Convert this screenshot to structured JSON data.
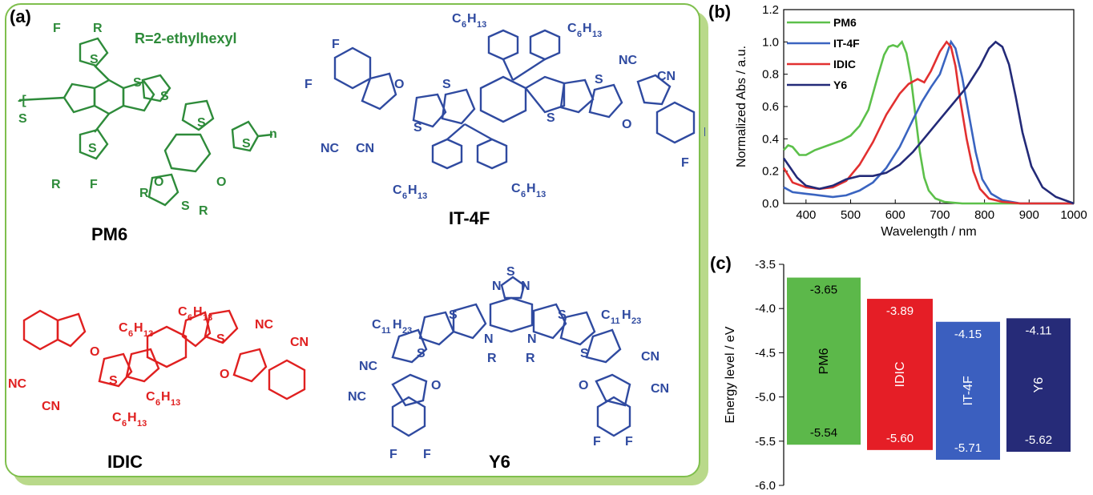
{
  "panel_a": {
    "label": "(a)",
    "r_note": "R=2-ethylhexyl",
    "molecules": [
      "PM6",
      "IT-4F",
      "IDIC",
      "Y6"
    ]
  },
  "panel_b": {
    "label": "(b)"
  },
  "panel_c": {
    "label": "(c)"
  },
  "chart_data": [
    {
      "type": "line",
      "xlabel": "Wavelength / nm",
      "ylabel": "Normalized Abs / a.u.",
      "xlim": [
        350,
        1000
      ],
      "ylim": [
        0.0,
        1.2
      ],
      "xticks": [
        "400",
        "500",
        "600",
        "700",
        "800",
        "900",
        "1000"
      ],
      "yticks": [
        "0.0",
        "0.2",
        "0.4",
        "0.6",
        "0.8",
        "1.0",
        "1.2"
      ],
      "legend_position": "top-left",
      "series": [
        {
          "name": "PM6",
          "color": "#5cc04a",
          "points": [
            [
              350,
              0.33
            ],
            [
              360,
              0.36
            ],
            [
              370,
              0.35
            ],
            [
              385,
              0.3
            ],
            [
              400,
              0.3
            ],
            [
              420,
              0.33
            ],
            [
              450,
              0.36
            ],
            [
              480,
              0.39
            ],
            [
              500,
              0.42
            ],
            [
              520,
              0.48
            ],
            [
              540,
              0.58
            ],
            [
              560,
              0.78
            ],
            [
              575,
              0.92
            ],
            [
              585,
              0.97
            ],
            [
              595,
              0.98
            ],
            [
              605,
              0.97
            ],
            [
              615,
              1.0
            ],
            [
              625,
              0.93
            ],
            [
              635,
              0.78
            ],
            [
              645,
              0.55
            ],
            [
              655,
              0.32
            ],
            [
              665,
              0.16
            ],
            [
              675,
              0.08
            ],
            [
              690,
              0.03
            ],
            [
              710,
              0.01
            ],
            [
              750,
              0.0
            ],
            [
              1000,
              0.0
            ]
          ]
        },
        {
          "name": "IT-4F",
          "color": "#3a64c0",
          "points": [
            [
              350,
              0.1
            ],
            [
              370,
              0.07
            ],
            [
              400,
              0.06
            ],
            [
              430,
              0.05
            ],
            [
              460,
              0.04
            ],
            [
              490,
              0.05
            ],
            [
              520,
              0.08
            ],
            [
              550,
              0.13
            ],
            [
              580,
              0.22
            ],
            [
              610,
              0.35
            ],
            [
              640,
              0.52
            ],
            [
              660,
              0.63
            ],
            [
              680,
              0.72
            ],
            [
              700,
              0.8
            ],
            [
              715,
              0.92
            ],
            [
              725,
              1.0
            ],
            [
              735,
              0.96
            ],
            [
              750,
              0.78
            ],
            [
              765,
              0.55
            ],
            [
              780,
              0.32
            ],
            [
              795,
              0.15
            ],
            [
              815,
              0.06
            ],
            [
              840,
              0.02
            ],
            [
              880,
              0.0
            ],
            [
              1000,
              0.0
            ]
          ]
        },
        {
          "name": "IDIC",
          "color": "#e23030",
          "points": [
            [
              350,
              0.22
            ],
            [
              370,
              0.13
            ],
            [
              400,
              0.1
            ],
            [
              430,
              0.09
            ],
            [
              460,
              0.1
            ],
            [
              490,
              0.14
            ],
            [
              520,
              0.24
            ],
            [
              550,
              0.38
            ],
            [
              580,
              0.55
            ],
            [
              610,
              0.68
            ],
            [
              630,
              0.74
            ],
            [
              650,
              0.77
            ],
            [
              665,
              0.75
            ],
            [
              680,
              0.82
            ],
            [
              700,
              0.94
            ],
            [
              715,
              1.0
            ],
            [
              725,
              0.97
            ],
            [
              735,
              0.85
            ],
            [
              745,
              0.65
            ],
            [
              760,
              0.4
            ],
            [
              775,
              0.2
            ],
            [
              790,
              0.09
            ],
            [
              810,
              0.03
            ],
            [
              840,
              0.01
            ],
            [
              880,
              0.0
            ],
            [
              1000,
              0.0
            ]
          ]
        },
        {
          "name": "Y6",
          "color": "#232a78",
          "points": [
            [
              350,
              0.28
            ],
            [
              365,
              0.22
            ],
            [
              380,
              0.16
            ],
            [
              400,
              0.11
            ],
            [
              430,
              0.09
            ],
            [
              460,
              0.11
            ],
            [
              490,
              0.15
            ],
            [
              520,
              0.17
            ],
            [
              550,
              0.17
            ],
            [
              580,
              0.19
            ],
            [
              610,
              0.24
            ],
            [
              640,
              0.32
            ],
            [
              670,
              0.42
            ],
            [
              700,
              0.52
            ],
            [
              730,
              0.62
            ],
            [
              760,
              0.72
            ],
            [
              790,
              0.85
            ],
            [
              810,
              0.96
            ],
            [
              825,
              1.0
            ],
            [
              840,
              0.97
            ],
            [
              855,
              0.86
            ],
            [
              870,
              0.66
            ],
            [
              885,
              0.44
            ],
            [
              905,
              0.23
            ],
            [
              930,
              0.1
            ],
            [
              960,
              0.04
            ],
            [
              1000,
              0.0
            ]
          ]
        }
      ]
    },
    {
      "type": "bar",
      "ylabel": "Energy level / eV",
      "ylim": [
        -6.0,
        -3.5
      ],
      "yticks": [
        "-3.5",
        "-4.0",
        "-4.5",
        "-5.0",
        "-5.5",
        "-6.0"
      ],
      "bars": [
        {
          "name": "PM6",
          "lumo_label": "-3.65",
          "homo_label": "-5.54",
          "lumo": -3.65,
          "homo": -5.54,
          "color": "#5cb84a"
        },
        {
          "name": "IDIC",
          "lumo_label": "-3.89",
          "homo_label": "-5.60",
          "lumo": -3.89,
          "homo": -5.6,
          "color": "#e51e26"
        },
        {
          "name": "IT-4F",
          "lumo_label": "-4.15",
          "homo_label": "-5.71",
          "lumo": -4.15,
          "homo": -5.71,
          "color": "#3b5fbf"
        },
        {
          "name": "Y6",
          "lumo_label": "-4.11",
          "homo_label": "-5.62",
          "lumo": -4.11,
          "homo": -5.62,
          "color": "#262b78"
        }
      ]
    }
  ]
}
